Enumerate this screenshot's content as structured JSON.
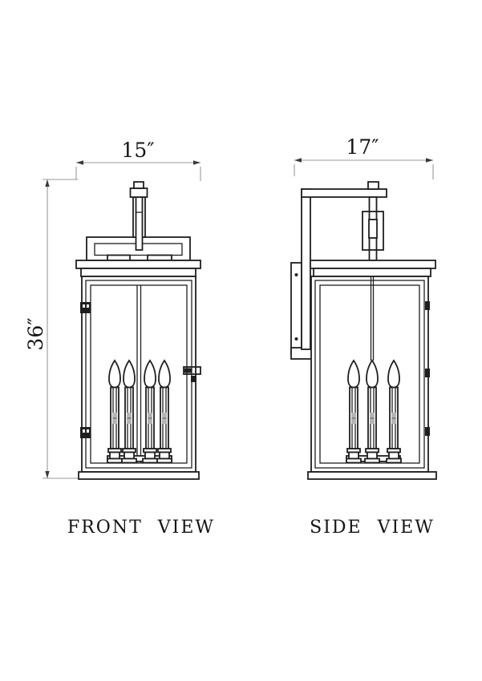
{
  "page": {
    "background": "#ffffff"
  },
  "drawing": {
    "type": "technical-line-drawing",
    "subject": "wall lantern light fixture dimension drawing",
    "views": {
      "front": {
        "label": "FRONT VIEW",
        "width_dim": "15″",
        "height_dim": "36″",
        "bulbs": 4
      },
      "side": {
        "label": "SIDE VIEW",
        "width_dim": "17″",
        "bulbs": 3
      }
    },
    "colors": {
      "line": "#1f1f1f",
      "dimension": "#999999",
      "text": "#141414",
      "background": "#ffffff"
    }
  }
}
